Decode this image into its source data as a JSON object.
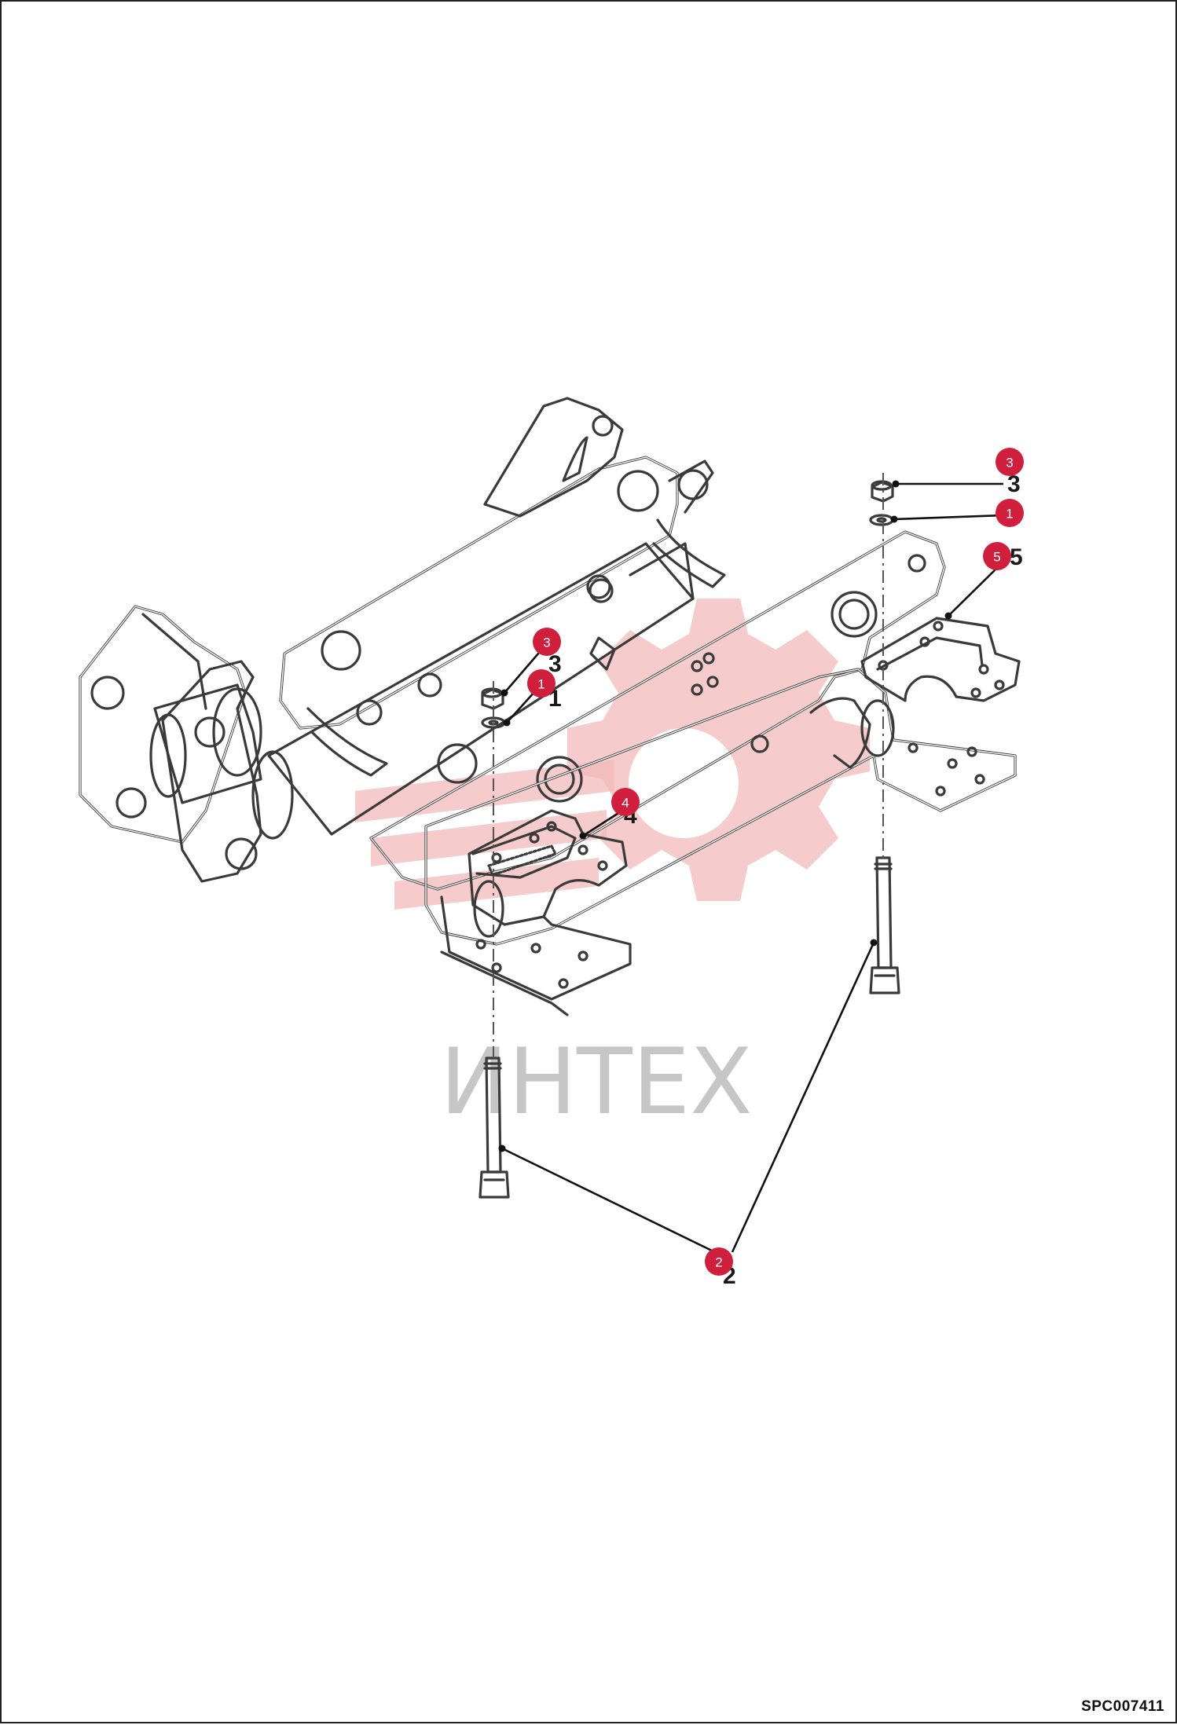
{
  "watermark": {
    "text": "ИНТЕХ"
  },
  "callouts": [
    {
      "id": "callout-3-right",
      "label": "3"
    },
    {
      "id": "callout-1-right",
      "label": "1"
    },
    {
      "id": "callout-5",
      "label": "5"
    },
    {
      "id": "callout-3-left",
      "label": "3"
    },
    {
      "id": "callout-1-left",
      "label": "1"
    },
    {
      "id": "callout-4",
      "label": "4"
    },
    {
      "id": "callout-2",
      "label": "2"
    }
  ],
  "drawing_code": "SPC007411",
  "colors": {
    "callout": "#d01f3c",
    "line": "#3a3a3a",
    "watermark_gear": "#f2b9b9",
    "watermark_text": "#bdbdbd"
  }
}
